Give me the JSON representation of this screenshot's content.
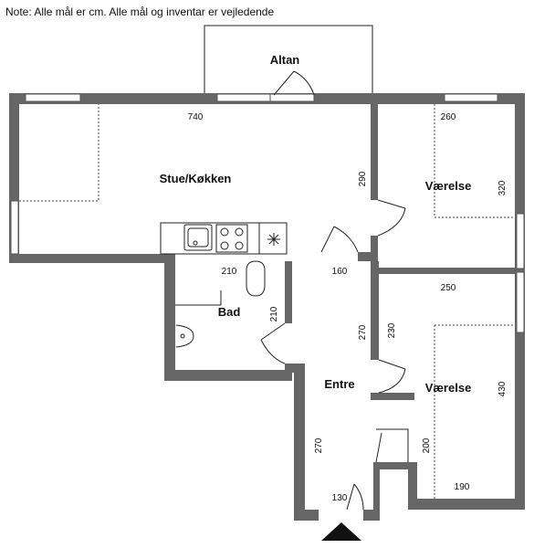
{
  "note": "Note: Alle mål er cm. Alle mål og inventar er vejledende",
  "rooms": {
    "altan": "Altan",
    "stue": "Stue/Køkken",
    "vaerelse1": "Værelse",
    "vaerelse2": "Værelse",
    "bad": "Bad",
    "entre": "Entre"
  },
  "dims": {
    "stue_width": "740",
    "v1_width": "260",
    "v1_depth": "320",
    "stue_wall": "290",
    "passage": "160",
    "bad_width": "210",
    "bad_depth": "210",
    "v2_width": "250",
    "v2_wall_left": "270",
    "v2_wall_right": "230",
    "v2_depth": "430",
    "closet": "200",
    "v2_bottom": "190",
    "entre_depth": "270",
    "entrance_width": "130"
  },
  "colors": {
    "wall": "#666666",
    "window": "#bdbdbd",
    "line": "#222222"
  }
}
